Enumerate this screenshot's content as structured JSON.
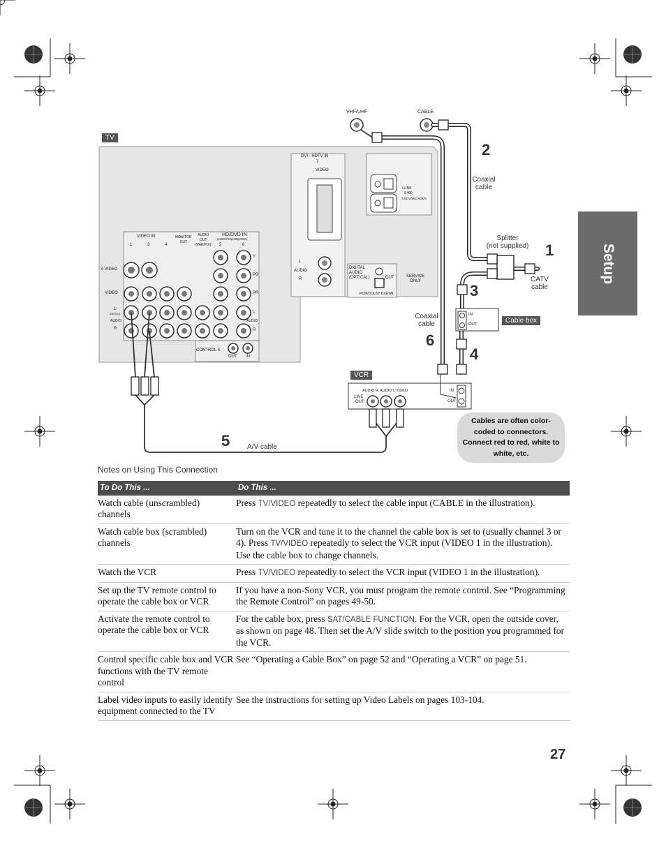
{
  "side_tab": {
    "label": "Setup"
  },
  "diagram": {
    "tv_label": "TV",
    "vcr_label": "VCR",
    "cable_box_label": "Cable box",
    "steps": [
      "1",
      "2",
      "3",
      "4",
      "5",
      "6"
    ],
    "wall": {
      "vhf_uhf": "VHF/UHF",
      "cable": "CABLE"
    },
    "coaxial_cable_top": "Coaxial\ncable",
    "coaxial_cable_left": "Coaxial\ncable",
    "splitter": "Splitter\n(not supplied)",
    "catv_cable": "CATV\ncable",
    "av_cable": "A/V cable",
    "note": "Cables are often color-coded to connectors. Connect red to red, white to white, etc.",
    "tv_panel": {
      "dvi_title": "DVI - HDTV  IN",
      "dvi_number": "7",
      "dvi_video": "VIDEO",
      "audio_l": "L",
      "audio": "AUDIO",
      "audio_r": "R",
      "ilink": "i.LINK",
      "ilink_model": "S400",
      "ilink_sub": "TS/DV/MICROMV",
      "digital_audio": "DIGITAL\nAUDIO\n(OPTICAL)",
      "digital_out": "OUT",
      "pcm_dolby": "PCM/DOLBY DIGITAL",
      "service_only": "SERVICE\nONLY",
      "video_in": "VIDEO IN",
      "video_in_numbers": [
        "1",
        "3",
        "4"
      ],
      "monitor_out": "MONITOR\nOUT",
      "audio_out": "AUDIO\nOUT\n(VAR/FIX)",
      "hd_dvd_in": "HD/DVD IN",
      "hd_dvd_res": "(1080i/720p/480p/480i)",
      "hd_numbers": [
        "5",
        "6"
      ],
      "row_s_video": "S VIDEO",
      "row_video": "VIDEO",
      "row_l": "L",
      "row_mono": "(MONO)",
      "row_audio": "AUDIO",
      "row_r": "R",
      "comp_y": "Y",
      "comp_pb": "PB",
      "comp_pr": "PR",
      "comp_l": "L",
      "comp_audio": "AUDIO",
      "comp_r": "R",
      "control_s": "CONTROL S",
      "control_s_out": "OUT",
      "control_s_in": "IN"
    },
    "vcr_panel": {
      "audio_r": "AUDIO R",
      "audio_l": "AUDIO L",
      "video": "VIDEO",
      "line": "LINE",
      "out": "OUT",
      "rf_in": "IN",
      "rf_out": "OUT"
    },
    "cable_box_panel": {
      "in": "IN",
      "out": "OUT"
    }
  },
  "notes": {
    "title": "Notes on Using This Connection",
    "headers": [
      "To Do This ...",
      "Do This ..."
    ],
    "rows": [
      {
        "todo": "Watch cable (unscrambled) channels",
        "parts": [
          {
            "t": "Press "
          },
          {
            "t": "TV/VIDEO",
            "btn": true
          },
          {
            "t": " repeatedly to select the cable input (CABLE in the illustration)."
          }
        ]
      },
      {
        "todo": "Watch cable box (scrambled) channels",
        "parts": [
          {
            "t": "Turn on the VCR and tune it to the channel the cable box is set to (usually channel 3 or 4). Press "
          },
          {
            "t": "TV/VIDEO",
            "btn": true
          },
          {
            "t": " repeatedly to select the VCR input (VIDEO 1 in the illustration). Use the cable box to change channels."
          }
        ]
      },
      {
        "todo": "Watch the VCR",
        "parts": [
          {
            "t": "Press "
          },
          {
            "t": "TV/VIDEO",
            "btn": true
          },
          {
            "t": " repeatedly to select the VCR input (VIDEO 1 in the illustration)."
          }
        ]
      },
      {
        "todo": "Set up the TV remote control to operate the cable box or VCR",
        "parts": [
          {
            "t": "If you have a non-Sony VCR, you must program the remote control. See “Programming the Remote Control” on pages 49-50."
          }
        ]
      },
      {
        "todo": "Activate the remote control to operate the cable box or VCR",
        "parts": [
          {
            "t": "For the cable box, press "
          },
          {
            "t": "SAT/CABLE FUNCTION",
            "btn": true
          },
          {
            "t": ". For the VCR, open the outside cover, as shown on page 48. Then set the A/V slide switch to the position you programmed for the VCR."
          }
        ]
      },
      {
        "todo": "Control specific cable box and VCR functions with the TV remote control",
        "parts": [
          {
            "t": "See “Operating a Cable Box” on page 52 and “Operating a VCR” on page 51."
          }
        ]
      },
      {
        "todo": "Label video inputs to easily identify equipment connected to the TV",
        "parts": [
          {
            "t": "See the instructions for setting up Video Labels on pages 103-104."
          }
        ]
      }
    ]
  },
  "page_number": "27"
}
